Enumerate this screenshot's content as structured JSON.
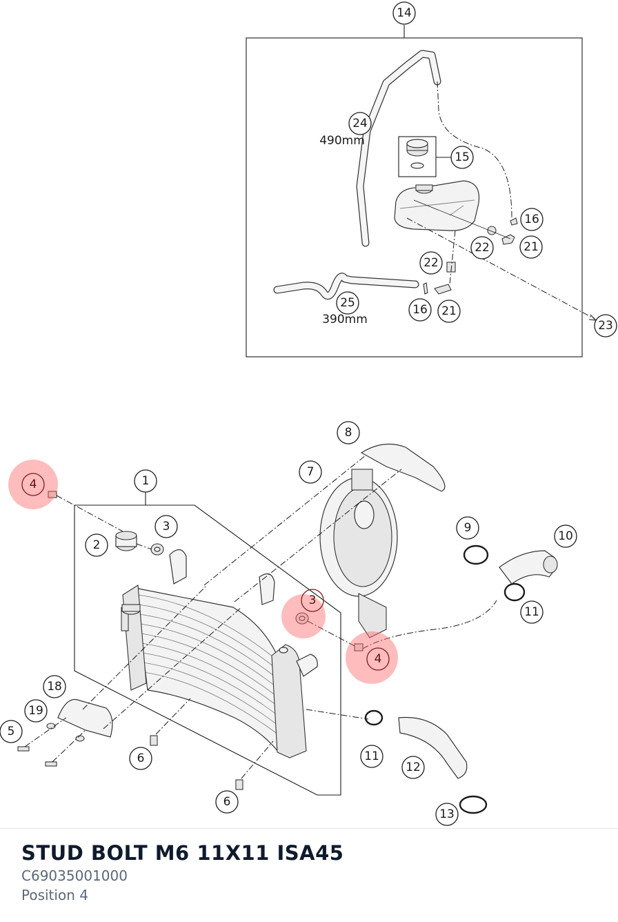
{
  "diagram": {
    "callouts": [
      "14",
      "24",
      "15",
      "16",
      "21",
      "22",
      "22",
      "16",
      "21",
      "25",
      "23",
      "8",
      "7",
      "4",
      "1",
      "3",
      "2",
      "9",
      "10",
      "3",
      "11",
      "4",
      "18",
      "19",
      "5",
      "11",
      "12",
      "6",
      "6",
      "13"
    ],
    "dimensions": [
      "490mm",
      "390mm"
    ],
    "highlight_position": "4",
    "highlight_color": "#ff6b6b"
  },
  "part": {
    "title": "STUD BOLT M6 11X11 ISA45",
    "number": "C69035001000",
    "position": "Position 4"
  }
}
